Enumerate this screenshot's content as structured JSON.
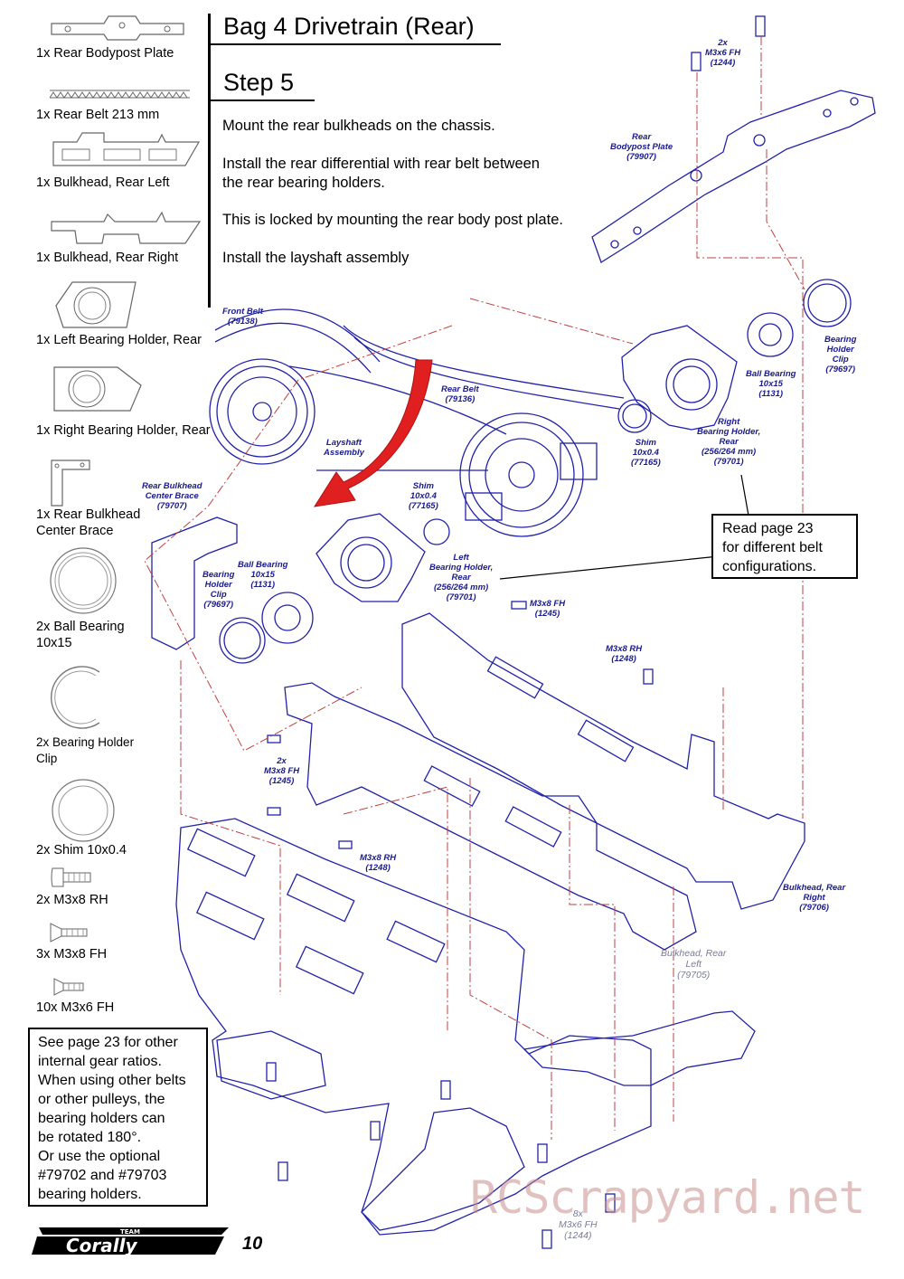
{
  "header": {
    "title": "Bag 4 Drivetrain (Rear)",
    "step": "Step 5"
  },
  "instructions": [
    "Mount the rear bulkheads on the chassis.",
    "Install the rear differential with rear belt between\nthe rear bearing holders.",
    "This is locked by mounting the rear body post plate.",
    "Install the layshaft assembly"
  ],
  "parts": [
    {
      "label": "1x  Rear Bodypost Plate",
      "icon": "bodypost-plate-icon"
    },
    {
      "label": "1x  Rear Belt 213 mm",
      "icon": "belt-icon"
    },
    {
      "label": "1x  Bulkhead, Rear Left",
      "icon": "bulkhead-left-icon"
    },
    {
      "label": "1x  Bulkhead, Rear Right",
      "icon": "bulkhead-right-icon"
    },
    {
      "label": "1x  Left Bearing Holder, Rear",
      "icon": "left-bearing-holder-icon"
    },
    {
      "label": "1x  Right Bearing Holder, Rear",
      "icon": "right-bearing-holder-icon"
    },
    {
      "label": "1x  Rear Bulkhead\n      Center Brace",
      "icon": "center-brace-icon"
    },
    {
      "label": "2x  Ball Bearing\n      10x15",
      "icon": "ball-bearing-icon"
    },
    {
      "label": "2x Bearing Holder\n      Clip",
      "icon": "bearing-clip-icon"
    },
    {
      "label": "2x  Shim 10x0.4",
      "icon": "shim-icon"
    },
    {
      "label": "2x  M3x8 RH",
      "icon": "screw-rh-icon"
    },
    {
      "label": "3x  M3x8 FH",
      "icon": "screw-fh-icon"
    },
    {
      "label": "10x  M3x6 FH",
      "icon": "screw-fh-small-icon"
    }
  ],
  "callouts": {
    "screws_top": "2x\nM3x6 FH\n(1244)",
    "bodypost": "Rear\nBodypost Plate\n(79907)",
    "front_belt": "Front Belt\n(79138)",
    "rear_belt": "Rear Belt\n(79136)",
    "layshaft": "Layshaft\nAssembly",
    "bearing_clip_r": "Bearing\nHolder\nClip\n(79697)",
    "ball_bearing_r": "Ball Bearing\n10x15\n(1131)",
    "right_holder": "Right\nBearing Holder,\nRear\n(256/264 mm)\n(79701)",
    "shim_r": "Shim\n10x0.4\n(77165)",
    "shim_l": "Shim\n10x0.4\n(77165)",
    "left_holder": "Left\nBearing Holder,\nRear\n(256/264 mm)\n(79701)",
    "center_brace": "Rear Bulkhead\nCenter Brace\n(79707)",
    "bearing_clip_l": "Bearing\nHolder\nClip\n(79697)",
    "ball_bearing_l": "Ball Bearing\n10x15\n(1131)",
    "m3x8fh_a": "M3x8 FH\n(1245)",
    "m3x8rh_a": "M3x8 RH\n(1248)",
    "m3x8fh_b": "2x\nM3x8 FH\n(1245)",
    "m3x8rh_b": "M3x8 RH\n(1248)",
    "bulkhead_right": "Bulkhead, Rear\nRight\n(79706)",
    "bulkhead_left": "Bulkhead, Rear\nLeft\n(79705)",
    "screws_bottom": "8x\nM3x6 FH\n(1244)"
  },
  "note_belt": "Read page 23\nfor different belt\nconfigurations.",
  "note_gear": "See page 23 for other\ninternal gear ratios.\nWhen using other belts\nor other pulleys, the\nbearing holders can\nbe rotated 180°.\nOr use the optional\n#79702 and #79703\nbearing holders.",
  "brand": "TEAM Corally",
  "page_number": "10",
  "watermark": "RCScrapyard.net",
  "colors": {
    "drawing": "#2222aa",
    "leader": "#c04040",
    "arrow": "#e02020"
  }
}
